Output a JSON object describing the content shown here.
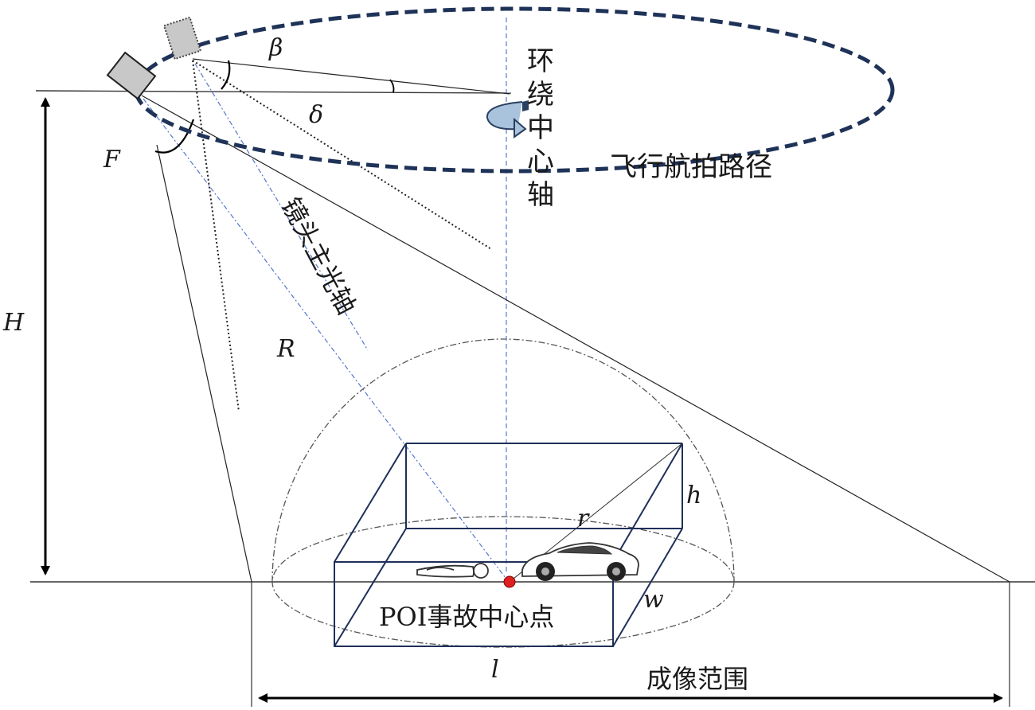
{
  "labels": {
    "beta": "β",
    "delta": "δ",
    "F": "F",
    "H": "H",
    "R": "R",
    "r": "r",
    "h": "h",
    "w": "w",
    "l": "l",
    "orbit_center_axis": [
      "环",
      "绕",
      "中",
      "心",
      "轴"
    ],
    "flight_path": "飞行航拍路径",
    "lens_axis": "镜头主光轴",
    "poi_center": "POI事故中心点",
    "imaging_range": "成像范围"
  },
  "colors": {
    "orbit": "#1f3358",
    "box": "#1f2f5a",
    "poi_point": "#e02020",
    "guide": "#5577cc",
    "line": "#1a1a1a"
  },
  "icons": [
    "camera-icon",
    "camera-icon",
    "rotation-arrow-icon",
    "car-icon",
    "person-icon"
  ]
}
